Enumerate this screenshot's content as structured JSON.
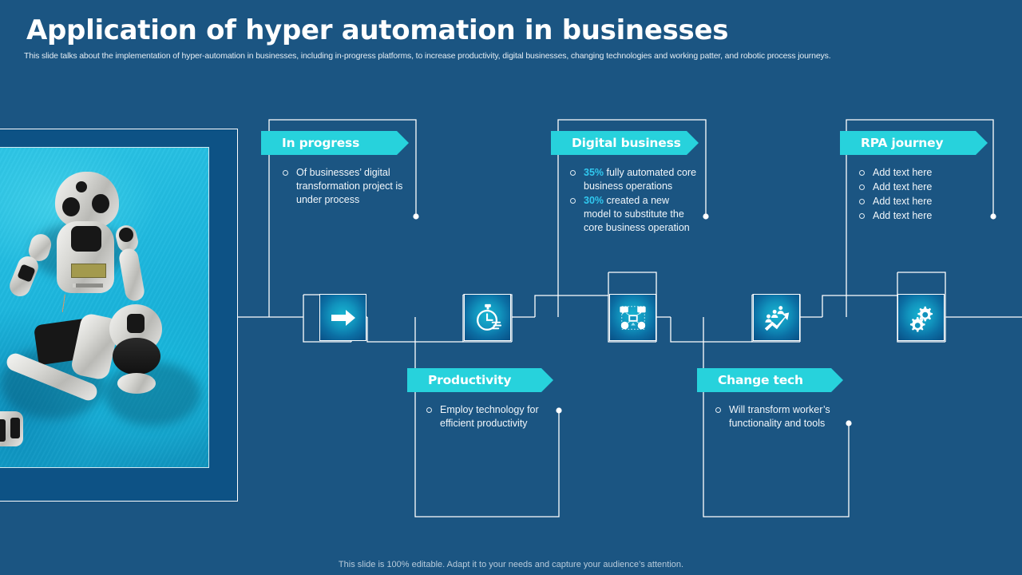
{
  "header": {
    "title": "Application of hyper automation in businesses",
    "subtitle": "This slide talks about the implementation of hyper-automation in businesses, including in-progress platforms, to increase productivity, digital businesses, changing technologies and working patter, and robotic process journeys."
  },
  "colors": {
    "background": "#1b5582",
    "ribbon": "#27d2dc",
    "accent": "#30c8ef",
    "line": "#ffffff",
    "text": "#f2f7fb"
  },
  "photo": {
    "alt_name": "humanoid-robot-photo"
  },
  "stages": [
    {
      "id": "in-progress",
      "label": "In progress",
      "icon": "arrow-right-icon",
      "position": "top",
      "bullets": [
        {
          "prefix": "",
          "text": "Of businesses’ digital transformation project is under process"
        }
      ]
    },
    {
      "id": "productivity",
      "label": "Productivity",
      "icon": "stopwatch-icon",
      "position": "bottom",
      "bullets": [
        {
          "prefix": "",
          "text": "Employ technology for efficient productivity"
        }
      ]
    },
    {
      "id": "digital-business",
      "label": "Digital business",
      "icon": "network-hub-icon",
      "position": "top",
      "bullets": [
        {
          "prefix": "35%",
          "text": " fully automated core business operations"
        },
        {
          "prefix": "30%",
          "text": " created a new model to substitute the core business operation"
        }
      ]
    },
    {
      "id": "change-tech",
      "label": "Change tech",
      "icon": "growth-people-icon",
      "position": "bottom",
      "bullets": [
        {
          "prefix": "",
          "text": "Will transform worker’s functionality and tools"
        }
      ]
    },
    {
      "id": "rpa-journey",
      "label": "RPA journey",
      "icon": "gears-icon",
      "position": "top",
      "bullets": [
        {
          "prefix": "",
          "text": "Add text here"
        },
        {
          "prefix": "",
          "text": "Add text here"
        },
        {
          "prefix": "",
          "text": "Add text here"
        },
        {
          "prefix": "",
          "text": "Add text here"
        }
      ]
    }
  ],
  "footer": {
    "note": "This slide is 100% editable. Adapt it to your needs and capture your audience’s attention."
  }
}
